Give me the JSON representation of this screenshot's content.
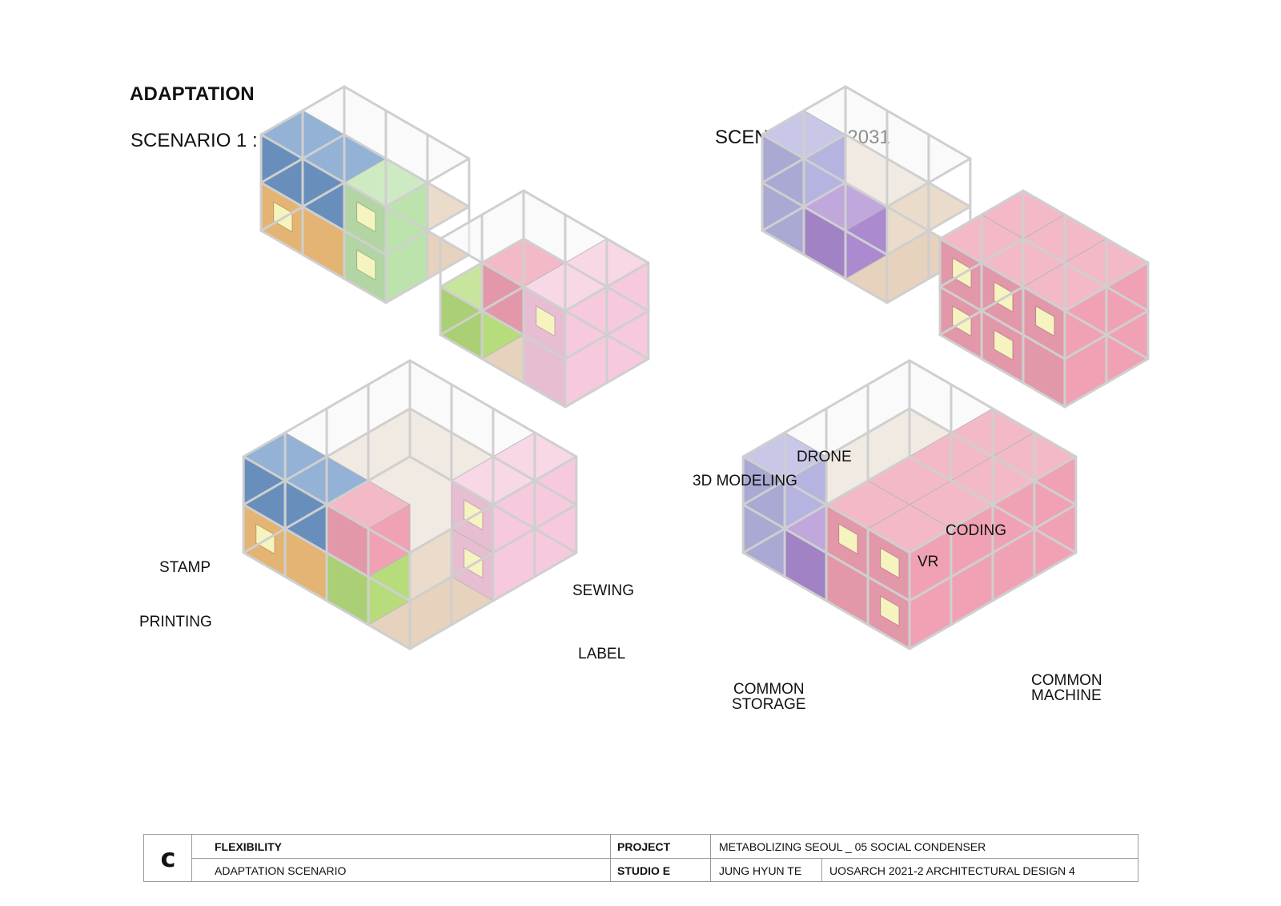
{
  "heading": "ADAPTATION",
  "scenarios": [
    {
      "title": "SCENARIO 1 : 2021"
    },
    {
      "title": "SCENARIO 2 : 2031"
    }
  ],
  "labels": {
    "stamp": "STAMP",
    "printing": "PRINTING",
    "sewing": "SEWING",
    "label": "LABEL",
    "drone": "DRONE",
    "modeling": "3D MODELING",
    "coding": "CODING",
    "vr": "VR",
    "common_storage_1": "COMMON",
    "common_storage_2": "STORAGE",
    "common_machine_1": "COMMON",
    "common_machine_2": "MACHINE"
  },
  "colors": {
    "orange": "#f2c07a",
    "blue": "#6f98c8",
    "lightblue": "#a9c6ea",
    "green": "#bde3ad",
    "lime": "#b6dc7c",
    "pink": "#f6c9de",
    "hotpink": "#f0a2b4",
    "yellow": "#f5f4bf",
    "purple": "#ab8ad0",
    "lavender": "#b5b4e0",
    "floor": "#e6d2bd",
    "frame": "#d9d9d9"
  },
  "title_block": {
    "letter": "c",
    "topic": "FLEXIBILITY",
    "subtitle": "ADAPTATION SCENARIO",
    "project_label": "PROJECT",
    "project_value": "METABOLIZING SEOUL _ 05 SOCIAL CONDENSER",
    "studio_label": "STUDIO E",
    "author": "JUNG HYUN TE",
    "course": "UOSARCH 2021-2 ARCHITECTURAL DESIGN 4"
  }
}
